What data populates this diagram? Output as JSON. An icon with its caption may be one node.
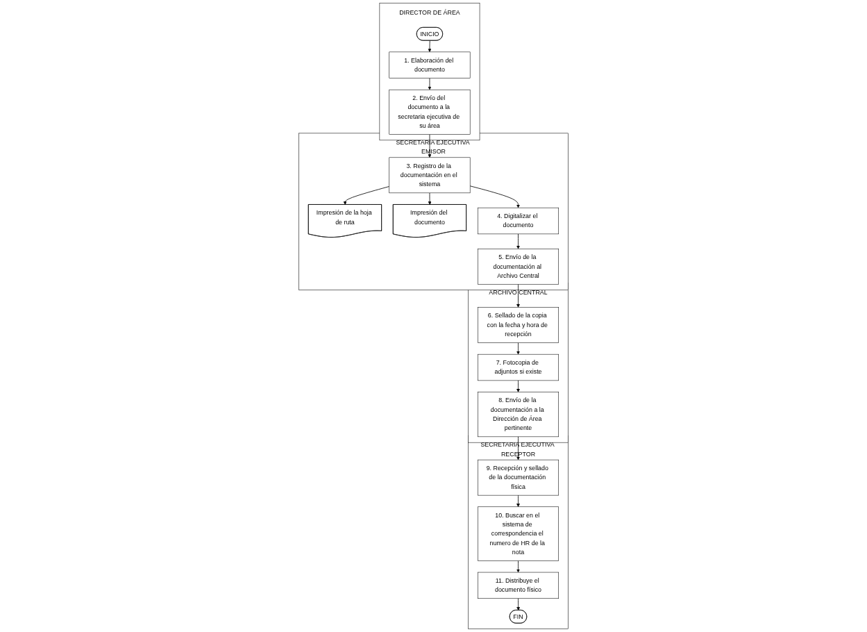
{
  "diagram": {
    "nodes": [
      {
        "text": [
          "DIRECTOR DE ÁREA"
        ]
      },
      {
        "text": [
          "INICIO"
        ],
        "in": 0
      },
      {
        "text": [
          "1. Elaboración del documento"
        ],
        "in": 0
      },
      {
        "text": [
          "2. Envío del documento a la secretaria ejecutiva de su área"
        ],
        "in": 0
      },
      {
        "text": [
          "SECRETARIA EJECUTIVA EMISOR"
        ]
      },
      {
        "text": [
          "Impresión de la hoja de ruta"
        ],
        "in": 4
      },
      {
        "text": [
          "Impresión del documento"
        ],
        "in": 4
      },
      {
        "text": [
          "3. Registro de la documentación en el sistema"
        ],
        "in": 4
      },
      {
        "text": [
          "4. Digitalizar el documento"
        ],
        "in": 4
      },
      {
        "text": [
          "5. Envío de la documentación al Archivo Central"
        ],
        "in": 4
      },
      {
        "text": [
          "ARCHIVO CENTRAL"
        ]
      },
      {
        "text": [
          "6. Sellado de la copia con la fecha y hora de recepción"
        ],
        "in": 10
      },
      {
        "text": [
          "7. Fotocopia de adjuntos si existe"
        ],
        "in": 10
      },
      {
        "text": [
          "8. Envío de la documentación a la Dirección de Área pertinente"
        ],
        "in": 10
      },
      {
        "text": [
          "SECRETARIA EJECUTIVA RECEPTOR"
        ]
      },
      {
        "text": [
          "9. Recepción y sellado de la documentación física"
        ],
        "in": 14
      },
      {
        "text": [
          "10. Buscar en el sistema de correspondencia el numero de HR de la nota"
        ],
        "in": 14
      },
      {
        "text": [
          "11. Distribuye el documento físico"
        ],
        "in": 14
      },
      {
        "text": [
          "FIN"
        ],
        "in": 14
      }
    ],
    "edges": [
      {
        "from": 1,
        "to": 2,
        "arrow": "to"
      },
      {
        "from": 2,
        "to": 3,
        "arrow": "to"
      },
      {
        "from": 3,
        "to": 7,
        "arrow": "to"
      },
      {
        "from": 7,
        "to": 6,
        "arrow": "to"
      },
      {
        "from": 7,
        "to": 5,
        "arrow": "to"
      },
      {
        "from": 7,
        "to": 8,
        "arrow": "to"
      },
      {
        "from": 8,
        "to": 9,
        "arrow": "to"
      },
      {
        "from": 9,
        "to": 11,
        "arrow": "to"
      },
      {
        "from": 11,
        "to": 12,
        "arrow": "to"
      },
      {
        "from": 12,
        "to": 13,
        "arrow": "to"
      },
      {
        "from": 13,
        "to": 15,
        "arrow": "to"
      },
      {
        "from": 15,
        "to": 16,
        "arrow": "to"
      },
      {
        "from": 16,
        "to": 17,
        "arrow": "to"
      },
      {
        "from": 17,
        "to": 18,
        "arrow": "to"
      }
    ]
  }
}
